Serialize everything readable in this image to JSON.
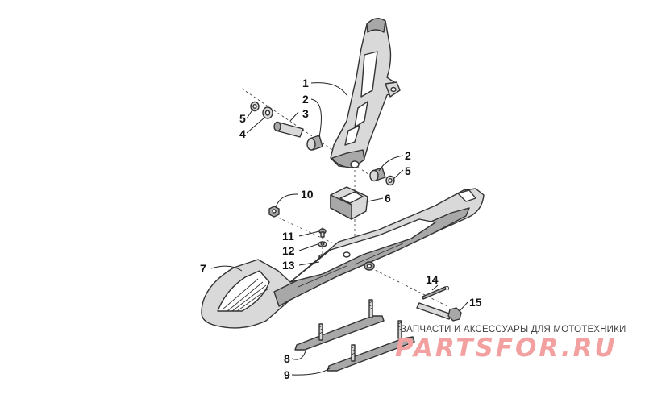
{
  "callouts": [
    {
      "id": "1",
      "text": "1"
    },
    {
      "id": "2a",
      "text": "2"
    },
    {
      "id": "3",
      "text": "3"
    },
    {
      "id": "5a",
      "text": "5"
    },
    {
      "id": "4",
      "text": "4"
    },
    {
      "id": "2b",
      "text": "2"
    },
    {
      "id": "5b",
      "text": "5"
    },
    {
      "id": "10",
      "text": "10"
    },
    {
      "id": "6",
      "text": "6"
    },
    {
      "id": "11",
      "text": "11"
    },
    {
      "id": "12",
      "text": "12"
    },
    {
      "id": "13",
      "text": "13"
    },
    {
      "id": "7",
      "text": "7"
    },
    {
      "id": "14",
      "text": "14"
    },
    {
      "id": "15",
      "text": "15"
    },
    {
      "id": "8",
      "text": "8"
    },
    {
      "id": "9",
      "text": "9"
    }
  ],
  "watermark": {
    "tagline": "ЗАПЧАСТИ И АКСЕССУАРЫ ДЛЯ МОТОТЕХНИКИ",
    "logo": "PARTSFOR.RU",
    "logo_color": "#f3a0a0"
  }
}
